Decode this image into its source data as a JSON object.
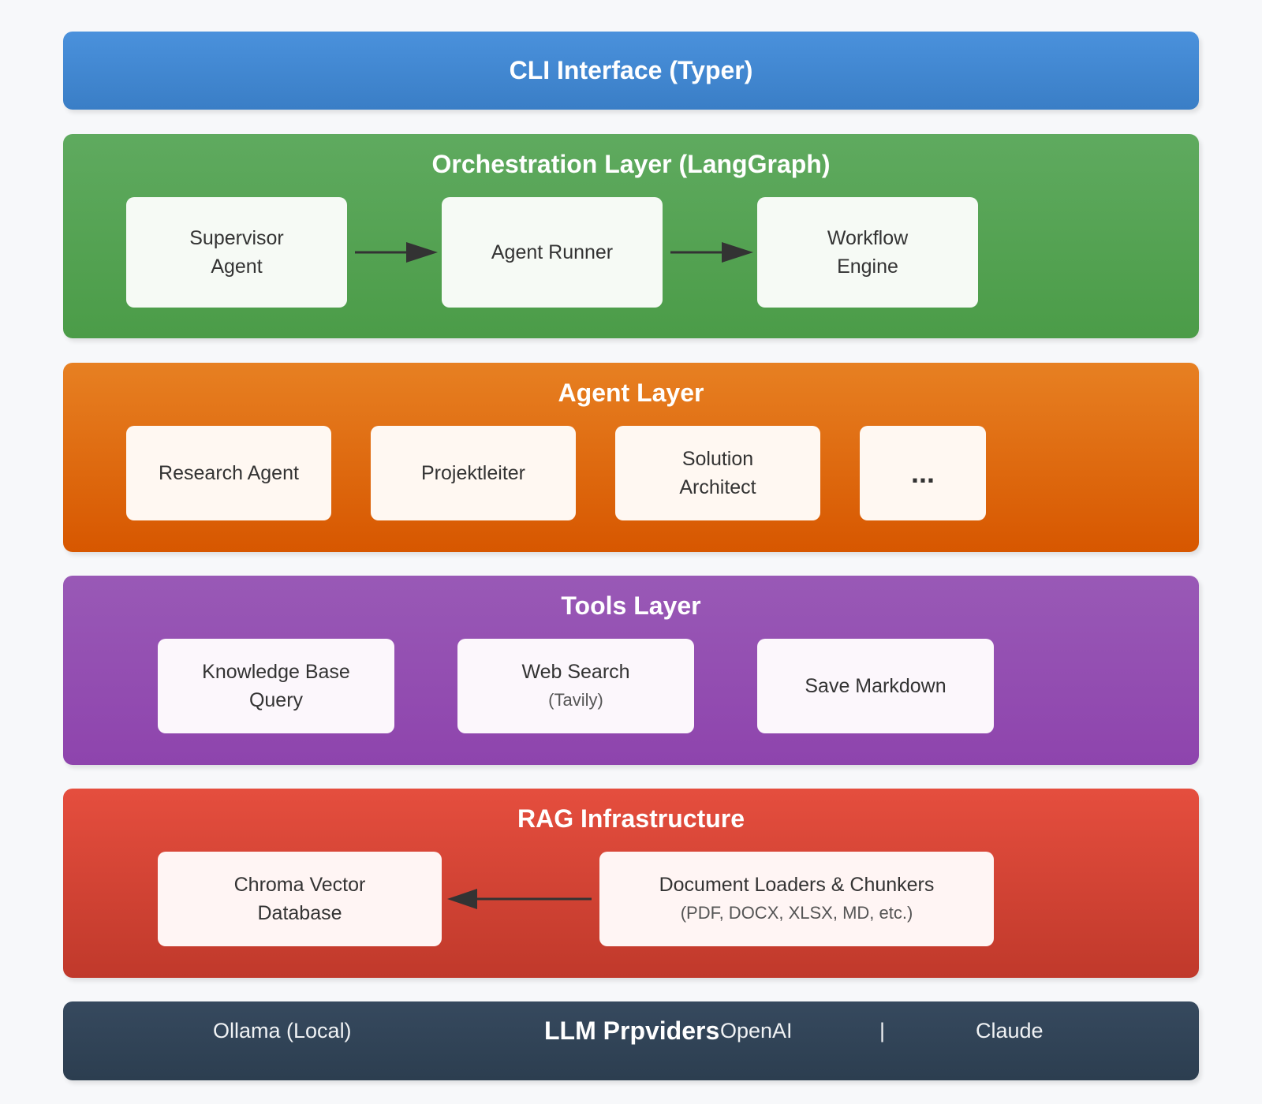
{
  "cli": {
    "title": "CLI Interface (Typer)"
  },
  "orchestration": {
    "title": "Orchestration Layer (LangGraph)",
    "boxes": [
      {
        "line1": "Supervisor",
        "line2": "Agent"
      },
      {
        "line1": "Agent Runner"
      },
      {
        "line1": "Workflow",
        "line2": "Engine"
      }
    ]
  },
  "agent_layer": {
    "title": "Agent Layer",
    "boxes": [
      {
        "line1": "Research Agent"
      },
      {
        "line1": "Projektleiter"
      },
      {
        "line1": "Solution",
        "line2": "Architect"
      },
      {
        "line1": "..."
      }
    ]
  },
  "tools_layer": {
    "title": "Tools Layer",
    "boxes": [
      {
        "line1": "Knowledge Base",
        "line2": "Query"
      },
      {
        "line1": "Web Search",
        "sub": "(Tavily)"
      },
      {
        "line1": "Save Markdown"
      }
    ]
  },
  "rag": {
    "title": "RAG Infrastructure",
    "boxes": [
      {
        "line1": "Chroma Vector",
        "line2": "Database"
      },
      {
        "line1": "Document Loaders & Chunkers",
        "sub": "(PDF, DOCX, XLSX, MD, etc.)"
      }
    ]
  },
  "llm": {
    "title": "LLM Prpviders",
    "items": [
      "Ollama (Local)",
      "OpenAI",
      "|",
      "Claude"
    ]
  },
  "colors": {
    "cli": "#4a90d9",
    "orchestration": "#55a355",
    "agent": "#e07020",
    "tools": "#9550b2",
    "rag": "#d94436",
    "llm": "#2f4356"
  }
}
